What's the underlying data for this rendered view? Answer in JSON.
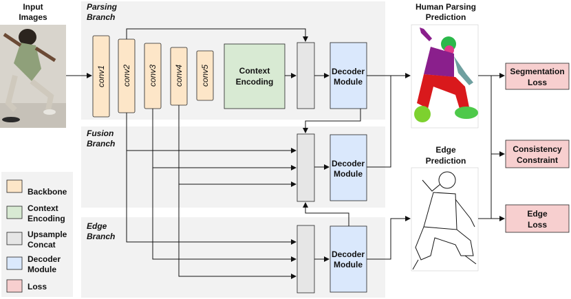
{
  "input": {
    "title_line1": "Input",
    "title_line2": "Images"
  },
  "branches": {
    "parsing": {
      "line1": "Parsing",
      "line2": "Branch"
    },
    "fusion": {
      "line1": "Fusion",
      "line2": "Branch"
    },
    "edge": {
      "line1": "Edge",
      "line2": "Branch"
    }
  },
  "backbone": {
    "conv1": "conv1",
    "conv2": "conv2",
    "conv3": "conv3",
    "conv4": "conv4",
    "conv5": "conv5"
  },
  "context_encoding": {
    "line1": "Context",
    "line2": "Encoding"
  },
  "decoder": {
    "line1": "Decoder",
    "line2": "Module"
  },
  "predictions": {
    "human_parsing": {
      "line1": "Human Parsing",
      "line2": "Prediction"
    },
    "edge": {
      "line1": "Edge",
      "line2": "Prediction"
    }
  },
  "losses": {
    "segmentation": {
      "line1": "Segmentation",
      "line2": "Loss"
    },
    "consistency": {
      "line1": "Consistency",
      "line2": "Constraint"
    },
    "edge": {
      "line1": "Edge",
      "line2": "Loss"
    }
  },
  "legend": {
    "backbone": "Backbone",
    "context_line1": "Context",
    "context_line2": "Encoding",
    "upsample_line1": "Upsample",
    "upsample_line2": "Concat",
    "decoder_line1": "Decoder",
    "decoder_line2": "Module",
    "loss": "Loss"
  },
  "colors": {
    "backbone": "#fde6c8",
    "context": "#d8ead3",
    "upsample": "#e6e6e6",
    "decoder": "#dae8fc",
    "loss": "#f7cfcf",
    "panel": "#f2f2f2"
  }
}
